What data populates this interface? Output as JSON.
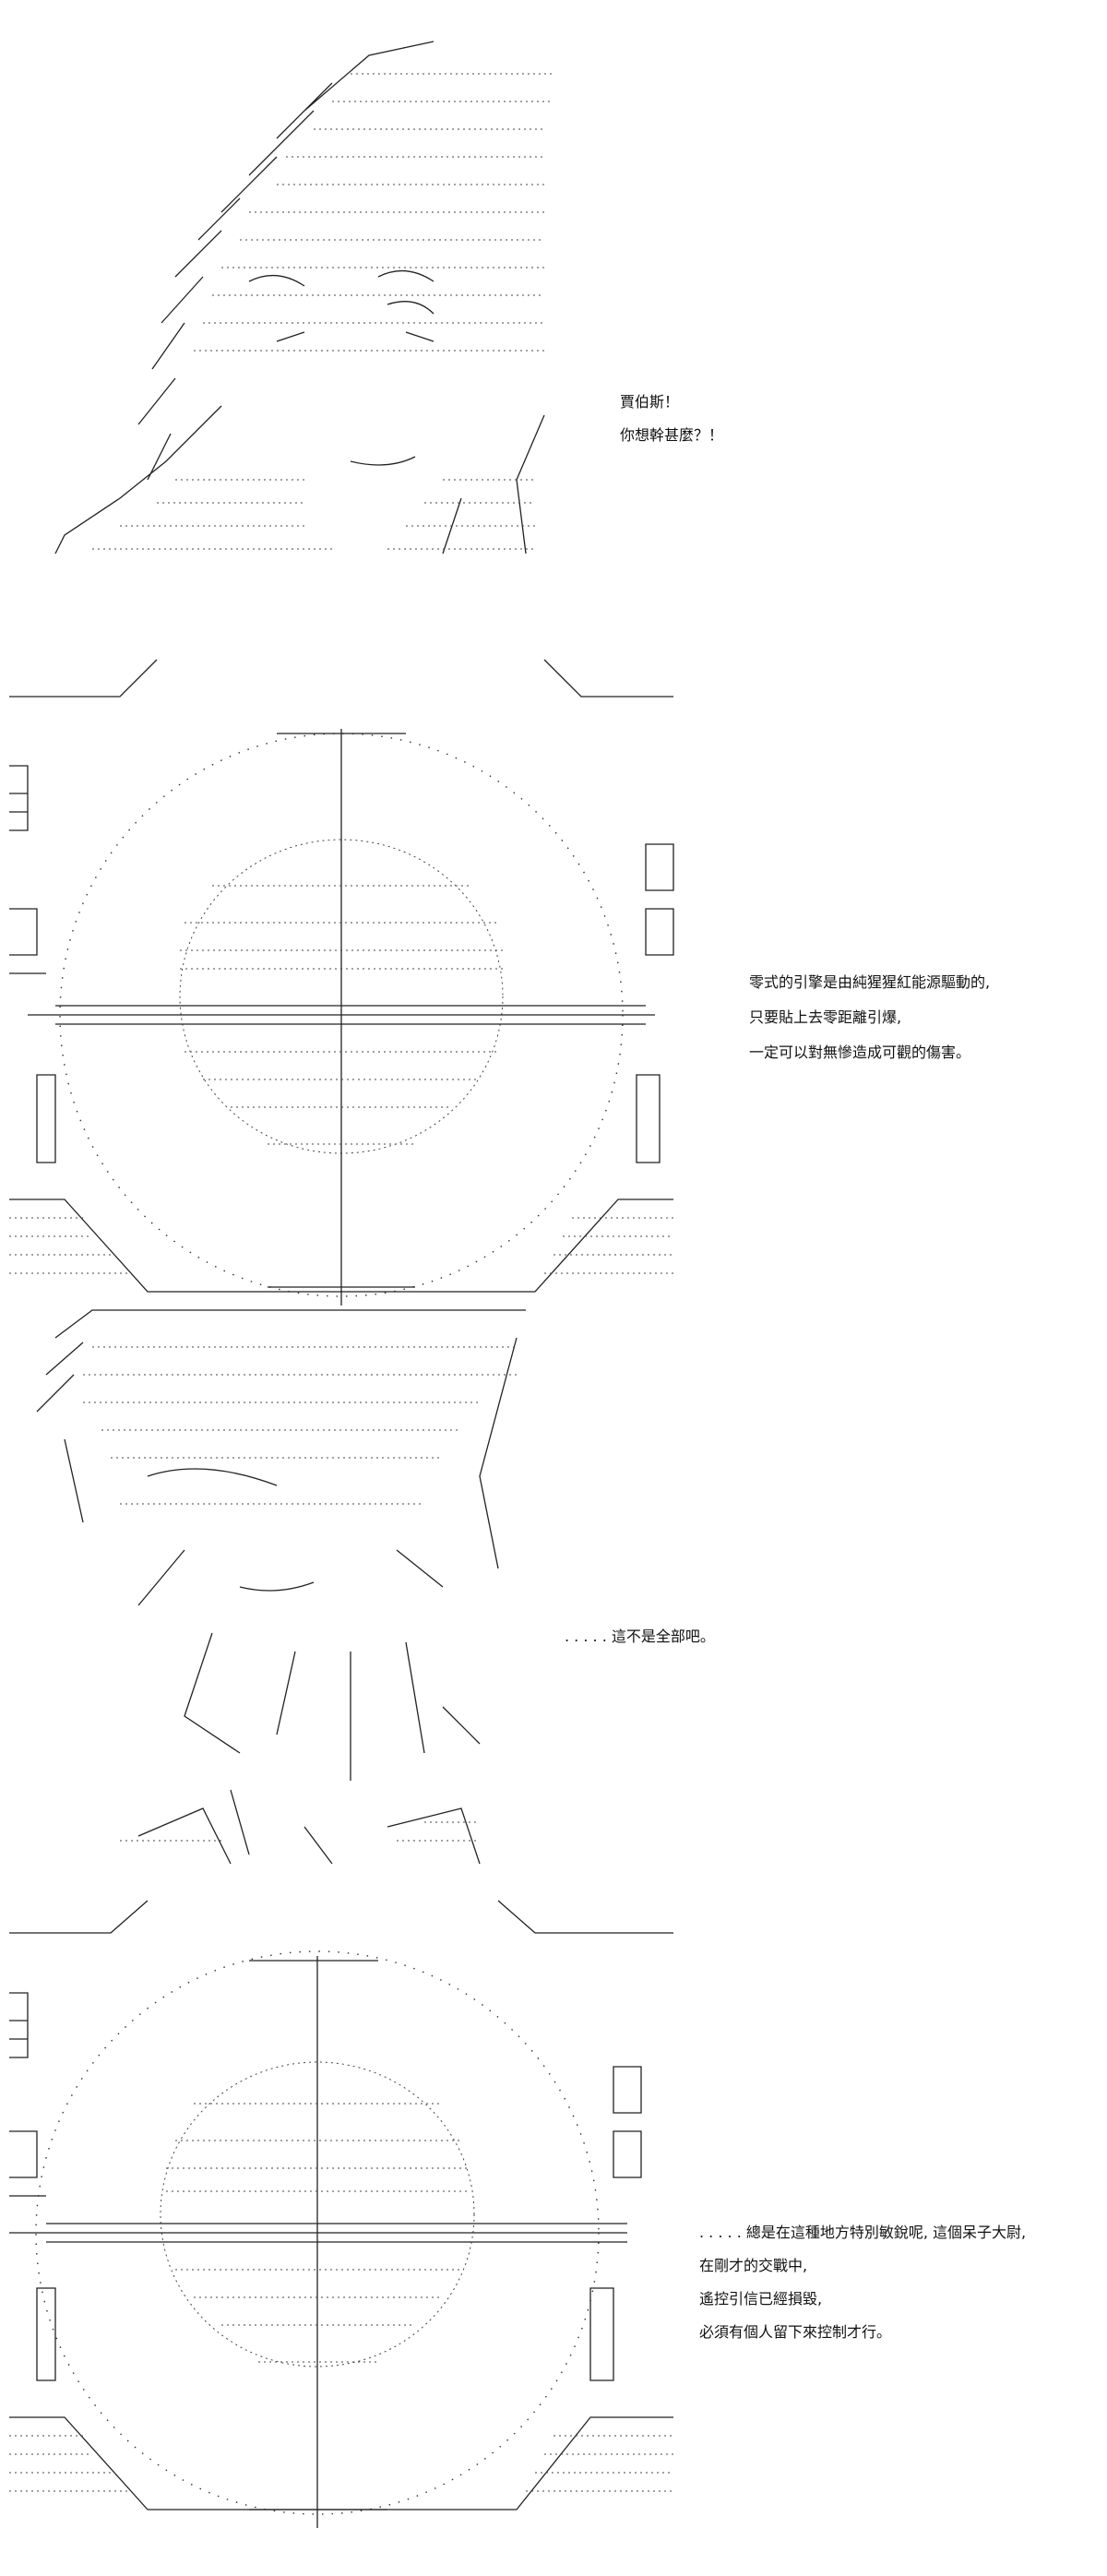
{
  "panels": [
    {
      "id": "jobs",
      "lines": [
        "賈伯斯！",
        "你想幹甚麼？！"
      ]
    },
    {
      "id": "scope1",
      "lines": [
        "零式的引擎是由純猩猩紅能源驅動的,",
        "只要貼上去零距離引爆,",
        "一定可以對無慘造成可觀的傷害。"
      ]
    },
    {
      "id": "girl",
      "lines": [
        ". . . . . 這不是全部吧。"
      ]
    },
    {
      "id": "scope2",
      "lines": [
        ". . . . . 總是在這種地方特別敏銳呢, 這個呆子大尉,",
        "在剛才的交戰中,",
        "遙控引信已經損毀,",
        "必須有個人留下來控制才行。"
      ]
    }
  ]
}
